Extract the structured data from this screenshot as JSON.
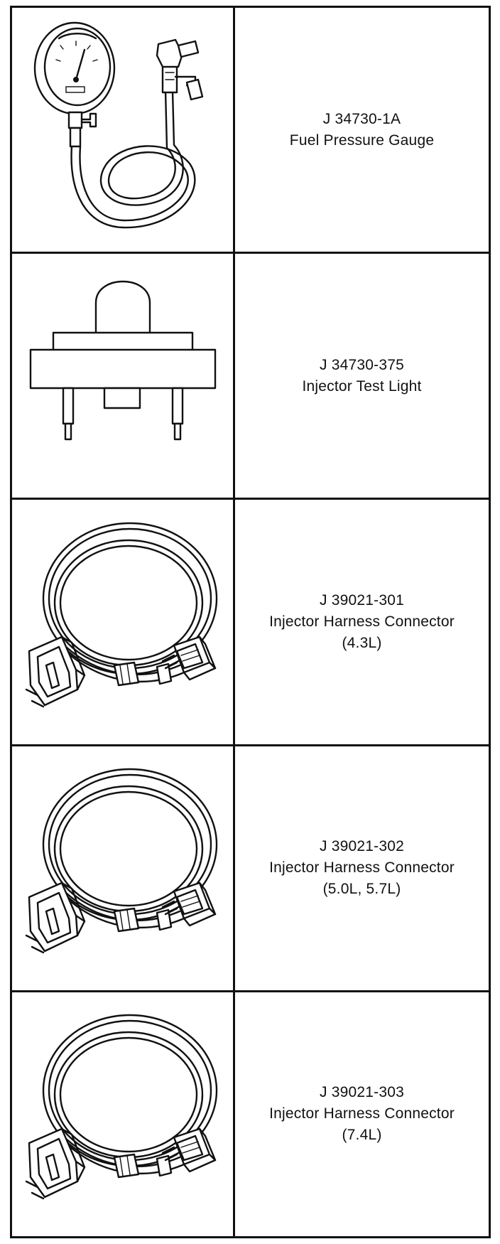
{
  "tools": [
    {
      "number": "J 34730-1A",
      "name": "Fuel Pressure Gauge",
      "note": "",
      "illustration": "fuel-pressure-gauge-illustration"
    },
    {
      "number": "J 34730-375",
      "name": "Injector Test Light",
      "note": "",
      "illustration": "injector-test-light-illustration"
    },
    {
      "number": "J 39021-301",
      "name": "Injector Harness Connector",
      "note": "(4.3L)",
      "illustration": "injector-harness-connector-illustration"
    },
    {
      "number": "J 39021-302",
      "name": "Injector Harness Connector",
      "note": "(5.0L, 5.7L)",
      "illustration": "injector-harness-connector-illustration"
    },
    {
      "number": "J 39021-303",
      "name": "Injector Harness Connector",
      "note": "(7.4L)",
      "illustration": "injector-harness-connector-illustration"
    }
  ]
}
